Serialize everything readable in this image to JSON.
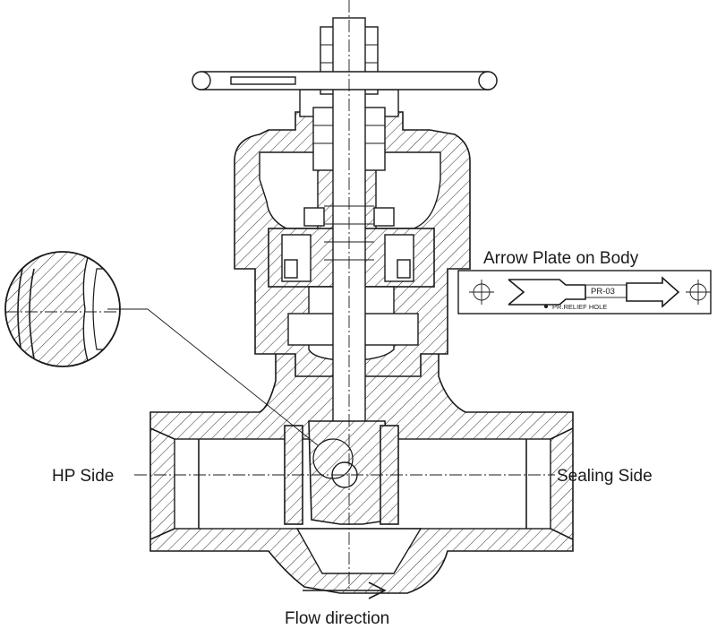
{
  "labels": {
    "hp_side": "HP Side",
    "sealing_side": "Sealing Side",
    "flow_direction": "Flow direction",
    "arrow_plate_title": "Arrow Plate on Body"
  },
  "arrow_plate": {
    "code": "PR-03",
    "relief_hole": "PR.RELIEF HOLE"
  },
  "colors": {
    "line": "#1a1a1a",
    "background": "#ffffff"
  }
}
